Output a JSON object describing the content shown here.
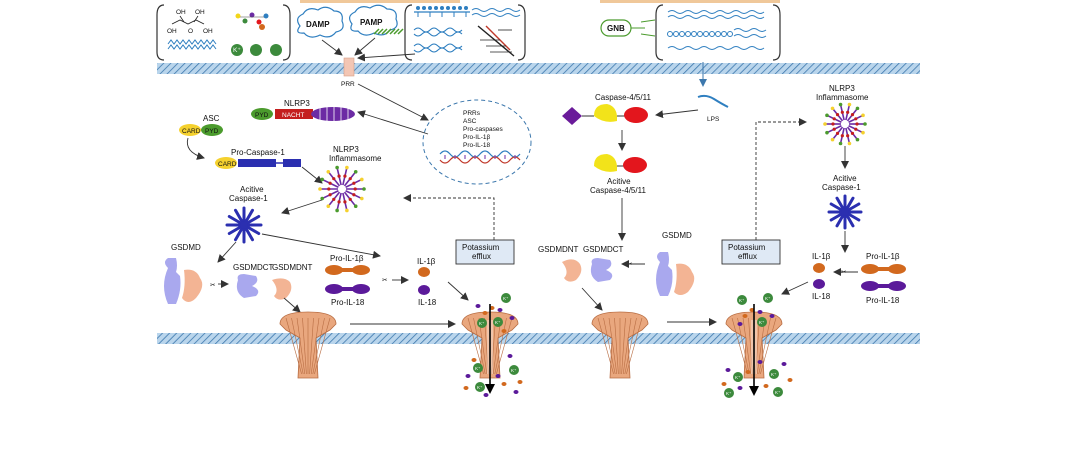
{
  "labels": {
    "damp": "DAMP",
    "pamp": "PAMP",
    "gnb": "GNB",
    "prr": "PRR",
    "lps": "LPS",
    "asc": "ASC",
    "nlrp3": "NLRP3",
    "pyd": "PYD",
    "pyd2": "PYD",
    "nacht": "NACHT",
    "card": "CARD",
    "card2": "CARD",
    "pro_caspase1": "Pro-Caspase-1",
    "nlrp3_inflammasome_l1": "NLRP3",
    "nlrp3_inflammasome_l2": "Inflammasome",
    "nlrp3_inflammasome_r1": "NLRP3",
    "nlrp3_inflammasome_r2": "Inflammasome",
    "active_caspase1_l1": "Acitive",
    "active_caspase1_l2": "Caspase-1",
    "active_caspase1_r1": "Acitive",
    "active_caspase1_r2": "Caspase-1",
    "caspase_4511": "Caspase-4/5/11",
    "active_caspase4511_l1": "Acitive",
    "active_caspase4511_l2": "Caspase-4/5/11",
    "gsdmd_left": "GSDMD",
    "gsdmd_right": "GSDMD",
    "gsdmdct_left": "GSDMDCT",
    "gsdmdnt_left": "GSDMDNT",
    "gsdmdnt_right": "GSDMDNT",
    "gsdmdct_right": "GSDMDCT",
    "pro_il1b_left": "Pro-IL-1β",
    "pro_il18_left": "Pro-IL-18",
    "il1b_left": "IL-1β",
    "il18_left": "IL-18",
    "pro_il1b_right": "Pro-IL-1β",
    "pro_il18_right": "Pro-IL-18",
    "il1b_right": "IL-1β",
    "il18_right": "IL-18",
    "potassium_left_l1": "Potassium",
    "potassium_left_l2": "efflux",
    "potassium_right_l1": "Potassium",
    "potassium_right_l2": "efflux",
    "nucleus_lines": [
      "PRRs",
      "ASC",
      "Pro-caspases",
      "Pro-IL-1β",
      "Pro-IL-18"
    ],
    "molecule_oh1": "OH",
    "molecule_oh2": "OH",
    "molecule_oh3": "OH",
    "molecule_oh4": "OH",
    "molecule_o": "O",
    "k_ion": "K⁺"
  },
  "colors": {
    "membrane": "#8fb8da",
    "membrane_hatch": "#3d78ad",
    "pore": "#e9a77e",
    "pore_dark": "#b86d43",
    "caspase_blue": "#2b2fb0",
    "gsdmd_purple": "#a9a8ee",
    "gsdmd_peach": "#f3b494",
    "il1b": "#d2691e",
    "il18": "#5b1a9a",
    "k_green": "#3c8a3c",
    "pyd_green": "#4b9b2d",
    "nacht_red": "#c41e1e",
    "card_yellow": "#f5d12e",
    "lrr_purple": "#6c2ba4",
    "casp_red": "#e3161d",
    "casp_yellow": "#f2e31a",
    "casp_purple": "#6a1b9a",
    "dna_blue": "#2f7fc0",
    "dna_red": "#c0392b",
    "box_fill": "#dfe9f5",
    "orange_bar": "#f0c89a"
  }
}
